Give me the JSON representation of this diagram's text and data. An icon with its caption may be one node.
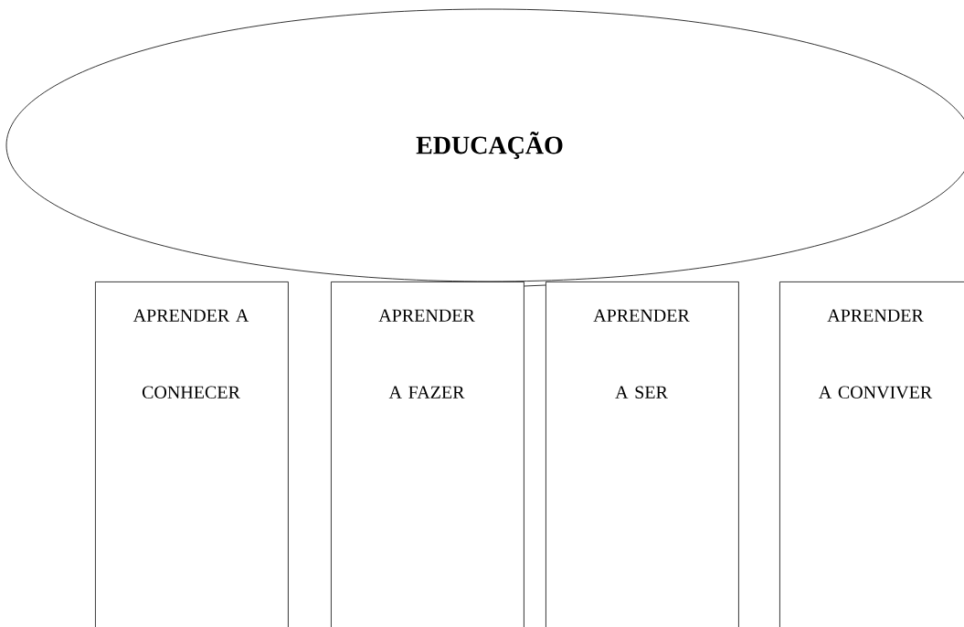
{
  "diagram": {
    "nodes": [
      {
        "text": [
          "EDUCAÇÃO"
        ]
      },
      {
        "text": [
          "APRENDER A CONHECER"
        ]
      },
      {
        "text": [
          "APRENDER A FAZER"
        ]
      },
      {
        "text": [
          "APRENDER A SER"
        ]
      },
      {
        "text": [
          "APRENDER A CONVIVER"
        ]
      }
    ],
    "edges": [
      {
        "from": 2,
        "to": 3,
        "arrow": "none"
      }
    ]
  }
}
